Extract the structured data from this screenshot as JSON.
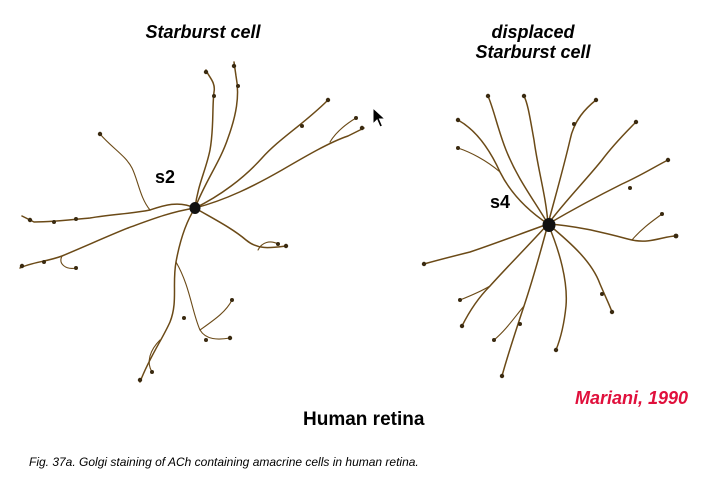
{
  "figure": {
    "left_title": "Starburst cell",
    "right_title_line1": "displaced",
    "right_title_line2": "Starburst cell",
    "left_cell_label": "s2",
    "right_cell_label": "s4",
    "bottom_title": "Human retina",
    "credit": "Mariani, 1990",
    "caption": "Fig. 37a. Golgi staining of ACh containing amacrine cells in human retina."
  },
  "colors": {
    "credit": "#e0103c",
    "dendrite": "#6b4a17",
    "soma": "#111111",
    "background": "#ffffff"
  },
  "icons": {
    "cursor": "mouse-pointer-arrow-icon"
  }
}
